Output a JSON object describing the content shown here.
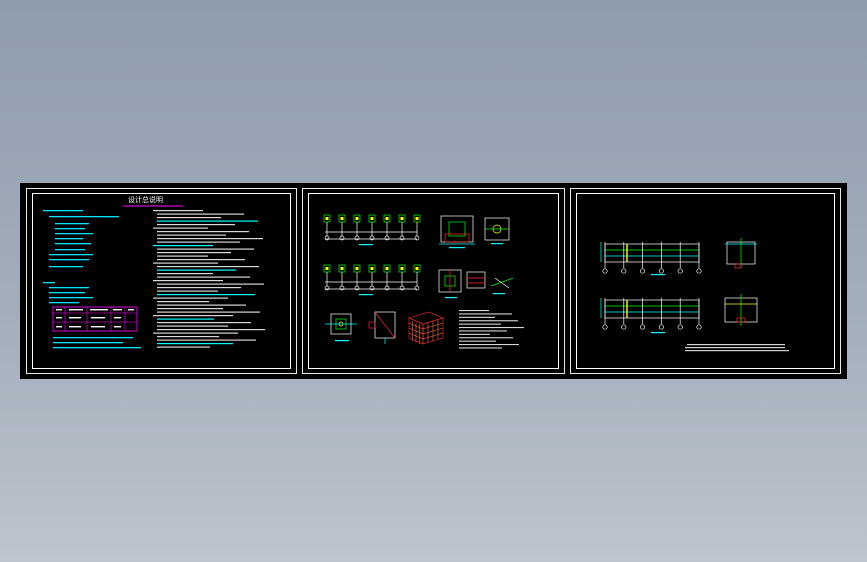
{
  "sheets": [
    {
      "name": "notes-sheet",
      "title": "设计总说明"
    },
    {
      "name": "foundation-sheet"
    },
    {
      "name": "elevation-sheet"
    }
  ],
  "colors": {
    "background": "#000000",
    "frame": "#ffffff",
    "cyan": "#00ffff",
    "green": "#00ff00",
    "magenta": "#ff00ff",
    "yellow": "#ffff00",
    "red": "#ff2a2a"
  }
}
